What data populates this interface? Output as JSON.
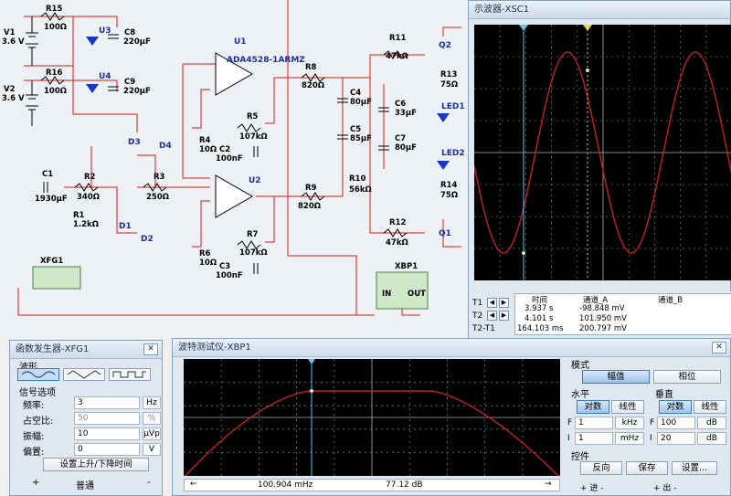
{
  "schematic": {
    "components": {
      "V1": {
        "name": "V1",
        "value": "3.6 V"
      },
      "V2": {
        "name": "V2",
        "value": "3.6 V"
      },
      "R15": {
        "name": "R15",
        "value": "100Ω"
      },
      "R16": {
        "name": "R16",
        "value": "100Ω"
      },
      "U3": {
        "name": "U3"
      },
      "U4": {
        "name": "U4"
      },
      "C8": {
        "name": "C8",
        "value": "220µF"
      },
      "C9": {
        "name": "C9",
        "value": "220µF"
      },
      "U1": {
        "name": "U1",
        "part": "ADA4528-1ARMZ"
      },
      "U2": {
        "name": "U2"
      },
      "R8": {
        "name": "R8",
        "value": "820Ω"
      },
      "R9": {
        "name": "R9",
        "value": "820Ω"
      },
      "C4": {
        "name": "C4",
        "value": "80µF"
      },
      "C5": {
        "name": "C5",
        "value": "85µF"
      },
      "C6": {
        "name": "C6",
        "value": "33µF"
      },
      "C7": {
        "name": "C7",
        "value": "80µF"
      },
      "R10": {
        "name": "R10",
        "value": "56kΩ"
      },
      "R11": {
        "name": "R11",
        "value": "47kΩ"
      },
      "R12": {
        "name": "R12",
        "value": "47kΩ"
      },
      "R13": {
        "name": "R13",
        "value": "75Ω"
      },
      "R14": {
        "name": "R14",
        "value": "75Ω"
      },
      "Q1": {
        "name": "Q1"
      },
      "Q2": {
        "name": "Q2"
      },
      "LED1": {
        "name": "LED1"
      },
      "LED2": {
        "name": "LED2"
      },
      "R5": {
        "name": "R5",
        "value": "107kΩ"
      },
      "R7": {
        "name": "R7",
        "value": "107kΩ"
      },
      "C2": {
        "name": "C2",
        "value": "100nF"
      },
      "C3": {
        "name": "C3",
        "value": "100nF"
      },
      "R4": {
        "name": "R4",
        "value": "10Ω"
      },
      "R6": {
        "name": "R6",
        "value": "10Ω"
      },
      "D1": {
        "name": "D1"
      },
      "D2": {
        "name": "D2"
      },
      "D3": {
        "name": "D3"
      },
      "D4": {
        "name": "D4"
      },
      "C1": {
        "name": "C1",
        "value": "1930µF"
      },
      "R1": {
        "name": "R1",
        "value": "1.2kΩ"
      },
      "R2": {
        "name": "R2",
        "value": "340Ω"
      },
      "R3": {
        "name": "R3",
        "value": "250Ω"
      },
      "XFG1": {
        "name": "XFG1"
      },
      "XBP1": {
        "name": "XBP1",
        "in": "IN",
        "out": "OUT"
      }
    }
  },
  "scope": {
    "title": "示波器-XSC1",
    "labels": {
      "t1": "T1",
      "t2": "T2",
      "t21": "T2-T1"
    },
    "headers": {
      "time": "时间",
      "chA": "通道_A",
      "chB": "通道_B"
    },
    "rows": [
      {
        "time": "3.937 s",
        "a": "-98.848 mV"
      },
      {
        "time": "4.101 s",
        "a": "101.950 mV"
      },
      {
        "time": "164.103 ms",
        "a": "200.797 mV"
      }
    ],
    "colors": {
      "trace": "#c0231d",
      "cursor1": "#58c8e8",
      "cursor2": "#e8d248",
      "grid": "#6e6e6e"
    }
  },
  "fgen": {
    "title": "函数发生器-XFG1",
    "close": "✕",
    "wave_label": "波形",
    "options_label": "信号选项",
    "fields": [
      {
        "label": "频率:",
        "value": "3",
        "unit": "Hz",
        "disabled": false
      },
      {
        "label": "占空比:",
        "value": "50",
        "unit": "%",
        "disabled": true
      },
      {
        "label": "振幅:",
        "value": "10",
        "unit": "µVp",
        "disabled": false
      },
      {
        "label": "偏置:",
        "value": "0",
        "unit": "V",
        "disabled": false
      }
    ],
    "rise_fall_button": "设置上升/下降时间",
    "terminals": {
      "plus": "+",
      "common": "普通",
      "minus": "-"
    }
  },
  "bode": {
    "title": "波特测试仪-XBP1",
    "close": "✕",
    "mode_label": "模式",
    "mode_buttons": {
      "magnitude": "幅值",
      "phase": "相位"
    },
    "horizontal_label": "水平",
    "vertical_label": "垂直",
    "h_buttons": {
      "log": "对数",
      "lin": "线性"
    },
    "v_buttons": {
      "log": "对数",
      "lin": "线性"
    },
    "h_F": {
      "label": "F",
      "value": "1",
      "unit": "kHz"
    },
    "h_I": {
      "label": "I",
      "value": "1",
      "unit": "mHz"
    },
    "v_F": {
      "label": "F",
      "value": "100",
      "unit": "dB"
    },
    "v_I": {
      "label": "I",
      "value": "20",
      "unit": "dB"
    },
    "control_label": "控件",
    "ctrl_buttons": {
      "reverse": "反向",
      "save": "保存",
      "settings": "设置..."
    },
    "in_label": "+ 进 -",
    "out_label": "+ 出 -",
    "cursor_freq": "100.904 mHz",
    "cursor_gain": "77.12 dB",
    "nav_left": "←",
    "nav_right": "→",
    "colors": {
      "trace": "#c0231d",
      "cursor": "#58c8e8",
      "grid": "#7a7a7a"
    }
  }
}
